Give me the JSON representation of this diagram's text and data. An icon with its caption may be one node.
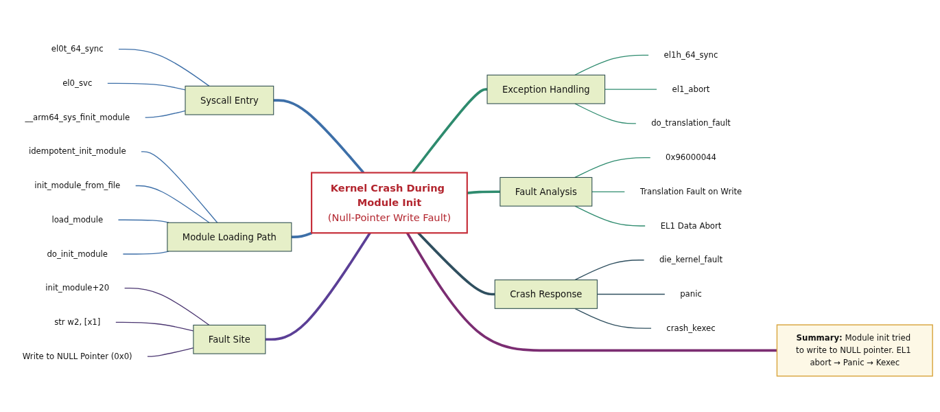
{
  "diagram": {
    "nodes": [
      {
        "text": [
          "Kernel Crash During Module Init",
          "(Null-Pointer Write Fault)"
        ]
      },
      {
        "text": [
          "Syscall Entry"
        ]
      },
      {
        "text": [
          "el0t_64_sync"
        ]
      },
      {
        "text": [
          "el0_svc"
        ]
      },
      {
        "text": [
          "__arm64_sys_finit_module"
        ]
      },
      {
        "text": [
          "Module Loading Path"
        ]
      },
      {
        "text": [
          "idempotent_init_module"
        ]
      },
      {
        "text": [
          "init_module_from_file"
        ]
      },
      {
        "text": [
          "load_module"
        ]
      },
      {
        "text": [
          "do_init_module"
        ]
      },
      {
        "text": [
          "Fault Site"
        ]
      },
      {
        "text": [
          "init_module+20"
        ]
      },
      {
        "text": [
          "str w2, [x1]"
        ]
      },
      {
        "text": [
          "Write to NULL Pointer (0x0)"
        ]
      },
      {
        "text": [
          "Exception Handling"
        ]
      },
      {
        "text": [
          "el1h_64_sync"
        ]
      },
      {
        "text": [
          "el1_abort"
        ]
      },
      {
        "text": [
          "do_translation_fault"
        ]
      },
      {
        "text": [
          "Fault Analysis"
        ]
      },
      {
        "text": [
          "0x96000044"
        ]
      },
      {
        "text": [
          "Translation Fault on Write"
        ]
      },
      {
        "text": [
          "EL1 Data Abort"
        ]
      },
      {
        "text": [
          "Crash Response"
        ]
      },
      {
        "text": [
          "die_kernel_fault"
        ]
      },
      {
        "text": [
          "panic"
        ]
      },
      {
        "text": [
          "crash_kexec"
        ]
      },
      {
        "text": [
          "Summary:",
          "Module init tried to write to NULL pointer. EL1 abort → Panic → Kexec"
        ]
      }
    ],
    "edges": [
      {
        "from": 0,
        "to": 1,
        "arrow": "none",
        "style": "thick",
        "color": "#3d6fa8"
      },
      {
        "from": 1,
        "to": 2,
        "arrow": "none",
        "color": "#3d6fa8"
      },
      {
        "from": 1,
        "to": 3,
        "arrow": "none",
        "color": "#3d6fa8"
      },
      {
        "from": 1,
        "to": 4,
        "arrow": "none",
        "color": "#3d6fa8"
      },
      {
        "from": 0,
        "to": 5,
        "arrow": "none",
        "style": "thick",
        "color": "#3d6fa8"
      },
      {
        "from": 5,
        "to": 6,
        "arrow": "none",
        "color": "#3d6fa8"
      },
      {
        "from": 5,
        "to": 7,
        "arrow": "none",
        "color": "#3d6fa8"
      },
      {
        "from": 5,
        "to": 8,
        "arrow": "none",
        "color": "#3d6fa8"
      },
      {
        "from": 5,
        "to": 9,
        "arrow": "none",
        "color": "#3d6fa8"
      },
      {
        "from": 0,
        "to": 10,
        "arrow": "none",
        "style": "thick",
        "color": "#5b3f96"
      },
      {
        "from": 10,
        "to": 11,
        "arrow": "none",
        "color": "#4a3570"
      },
      {
        "from": 10,
        "to": 12,
        "arrow": "none",
        "color": "#4a3570"
      },
      {
        "from": 10,
        "to": 13,
        "arrow": "none",
        "color": "#4a3570"
      },
      {
        "from": 0,
        "to": 14,
        "arrow": "none",
        "style": "thick",
        "color": "#2e8b6e"
      },
      {
        "from": 14,
        "to": 15,
        "arrow": "none",
        "color": "#2e8b6e"
      },
      {
        "from": 14,
        "to": 16,
        "arrow": "none",
        "color": "#2e8b6e"
      },
      {
        "from": 14,
        "to": 17,
        "arrow": "none",
        "color": "#2e8b6e"
      },
      {
        "from": 0,
        "to": 18,
        "arrow": "none",
        "style": "thick",
        "color": "#2e8b6e"
      },
      {
        "from": 18,
        "to": 19,
        "arrow": "none",
        "color": "#2e8b6e"
      },
      {
        "from": 18,
        "to": 20,
        "arrow": "none",
        "color": "#2e8b6e"
      },
      {
        "from": 18,
        "to": 21,
        "arrow": "none",
        "color": "#2e8b6e"
      },
      {
        "from": 0,
        "to": 22,
        "arrow": "none",
        "style": "thick",
        "color": "#2f4f5f"
      },
      {
        "from": 22,
        "to": 23,
        "arrow": "none",
        "color": "#2f4f5f"
      },
      {
        "from": 22,
        "to": 24,
        "arrow": "none",
        "color": "#2f4f5f"
      },
      {
        "from": 22,
        "to": 25,
        "arrow": "none",
        "color": "#2f4f5f"
      },
      {
        "from": 0,
        "to": 26,
        "arrow": "none",
        "style": "thick",
        "color": "#7b2d72"
      }
    ]
  }
}
